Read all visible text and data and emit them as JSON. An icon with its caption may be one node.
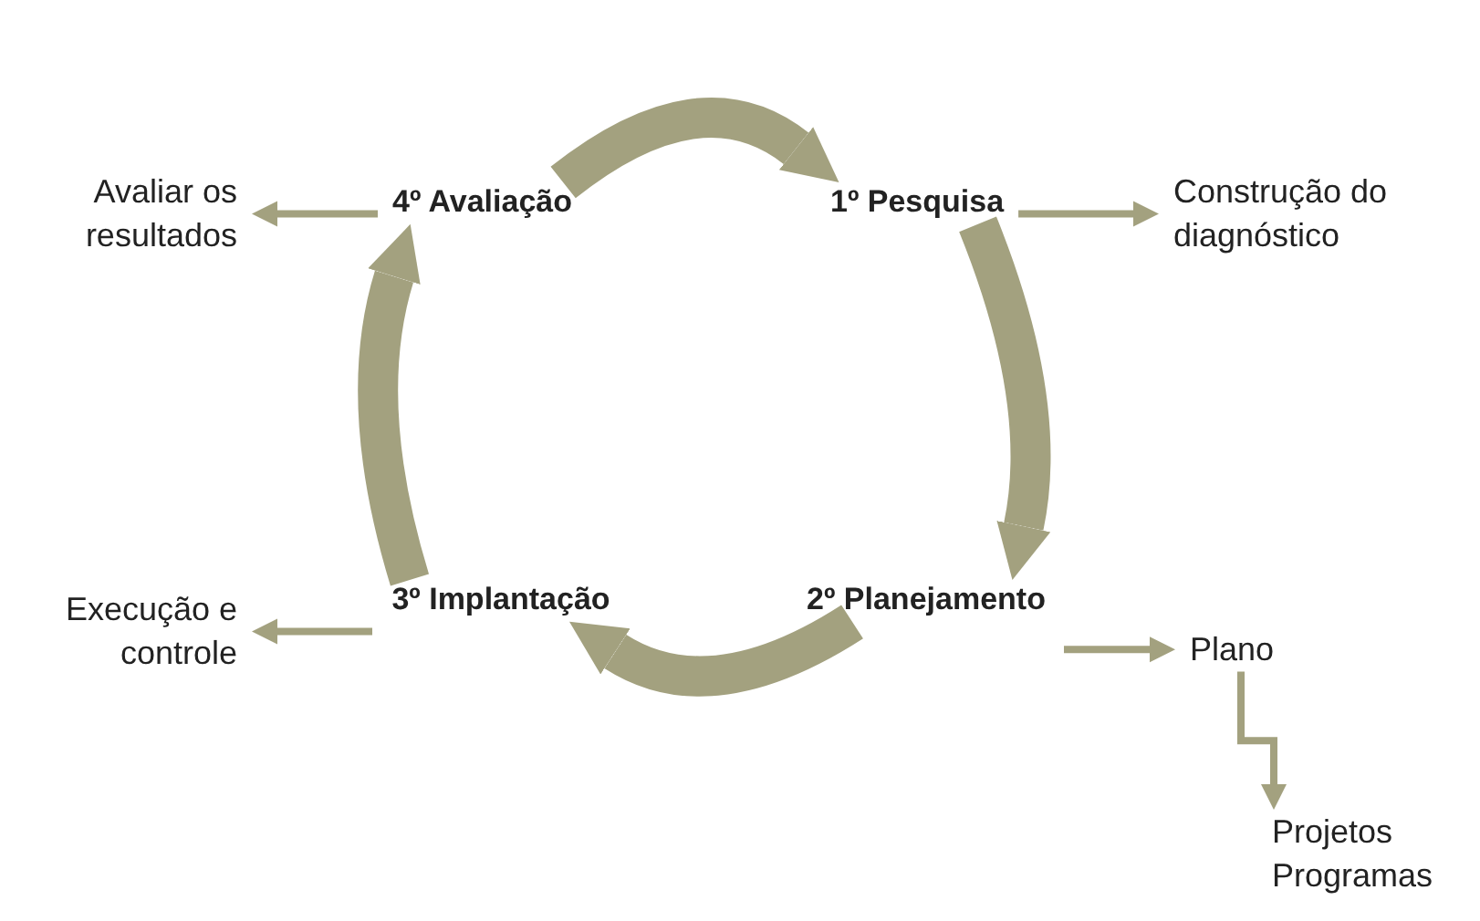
{
  "diagram": {
    "nodes": [
      {
        "text": [
          "1º Pesquisa"
        ]
      },
      {
        "text": [
          "Construção do diagnóstico"
        ]
      },
      {
        "text": [
          "2º Planejamento"
        ]
      },
      {
        "text": [
          "Plano"
        ]
      },
      {
        "text": [
          "Projetos Programas"
        ]
      },
      {
        "text": [
          "3º Implantação"
        ]
      },
      {
        "text": [
          "Execução e controle"
        ]
      },
      {
        "text": [
          "4º Avaliação"
        ]
      },
      {
        "text": [
          "Avaliar os resultados"
        ]
      }
    ],
    "edges": [
      {
        "from": 7,
        "to": 0,
        "arrow": "to",
        "style": "thick"
      },
      {
        "from": 0,
        "to": 2,
        "arrow": "to",
        "style": "thick"
      },
      {
        "from": 2,
        "to": 5,
        "arrow": "to",
        "style": "thick"
      },
      {
        "from": 5,
        "to": 7,
        "arrow": "to",
        "style": "thick"
      },
      {
        "from": 0,
        "to": 1,
        "arrow": "to"
      },
      {
        "from": 2,
        "to": 3,
        "arrow": "to"
      },
      {
        "from": 3,
        "to": 4,
        "arrow": "to"
      },
      {
        "from": 5,
        "to": 6,
        "arrow": "to"
      },
      {
        "from": 7,
        "to": 8,
        "arrow": "to"
      }
    ]
  }
}
